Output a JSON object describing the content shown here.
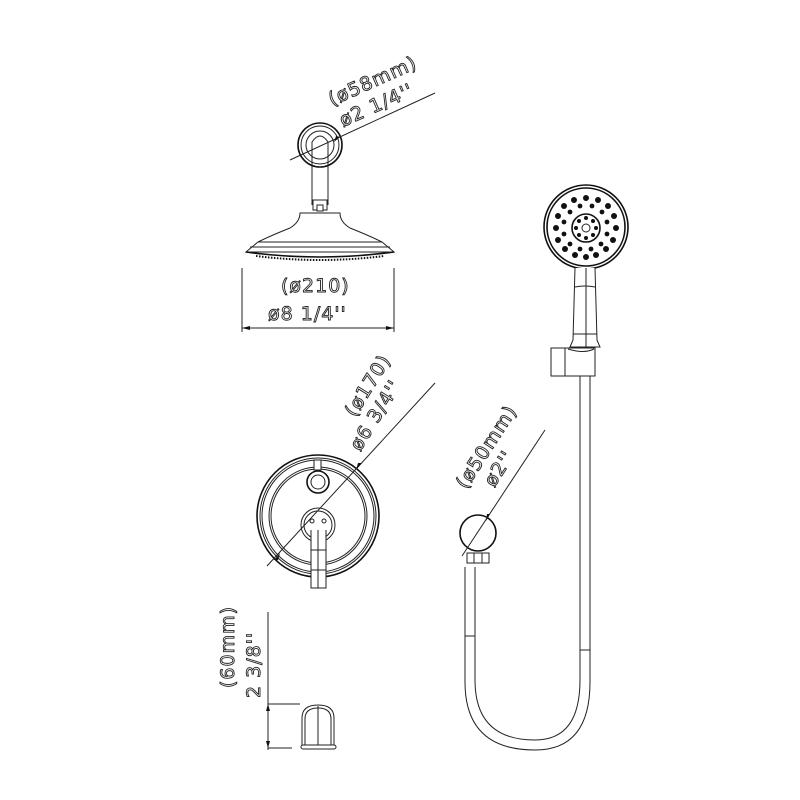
{
  "drawing": {
    "type": "technical dimension drawing",
    "subject": "shower system components"
  },
  "components": {
    "shower_arm_flange": {
      "name": "Shower arm wall flange",
      "dim_metric": "(ø58mm)",
      "dim_imperial": "ø2 1/4''"
    },
    "rain_shower_head": {
      "name": "Rain shower head",
      "dim_metric": "(ø210)",
      "dim_imperial": "ø8 1/4''"
    },
    "valve_trim": {
      "name": "Valve trim plate with lever handle and diverter",
      "dim_metric": "(ø170)",
      "dim_imperial": "ø6 3/4''"
    },
    "hand_shower": {
      "name": "Hand shower with holder and hose"
    },
    "wall_supply_elbow": {
      "name": "Wall supply elbow",
      "dim_metric": "(ø50mm)",
      "dim_imperial": "ø2''"
    },
    "tub_spout": {
      "name": "Tub spout",
      "dim_metric": "(60mm)",
      "dim_imperial": "2 3/8''"
    }
  },
  "colors": {
    "line": "#222222",
    "background": "#ffffff"
  }
}
